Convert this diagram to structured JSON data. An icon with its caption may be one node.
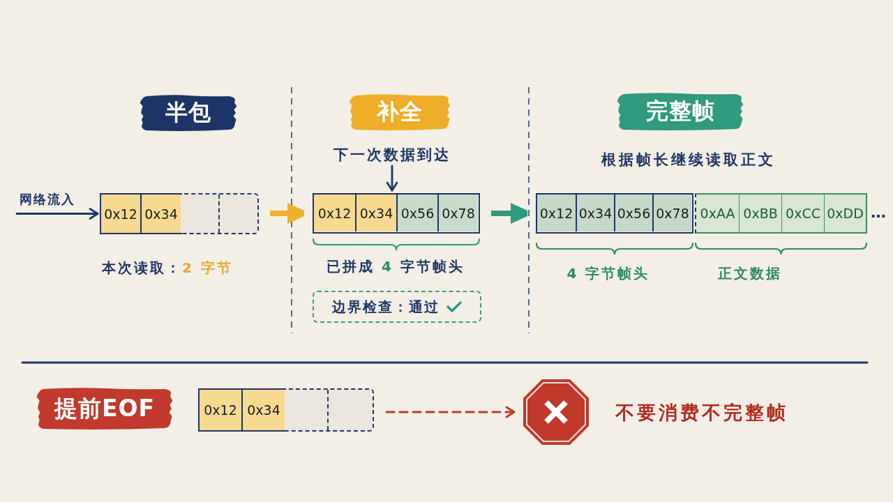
{
  "diagram": {
    "nodes": [
      {
        "text": [
          "半包"
        ]
      },
      {
        "text": [
          "补全"
        ]
      },
      {
        "text": [
          "完整帧"
        ]
      },
      {
        "text": [
          "下一次数据到达"
        ]
      },
      {
        "text": [],
        "shape": "box",
        "beside": [
          "本次读取：**2 字节**"
        ]
      },
      {
        "text": [
          "0x12"
        ],
        "in": 4
      },
      {
        "text": [
          "0x34"
        ],
        "in": 4
      },
      {
        "text": [],
        "shape": "box",
        "in": 4
      },
      {
        "text": [],
        "shape": "box",
        "in": 4
      },
      {
        "text": [],
        "shape": "box",
        "beside": [
          "已拼成 **4** 字节帧头"
        ]
      },
      {
        "text": [
          "0x12"
        ],
        "in": 9
      },
      {
        "text": [
          "0x34"
        ],
        "in": 9
      },
      {
        "text": [
          "0x56"
        ],
        "in": 9
      },
      {
        "text": [
          "0x78"
        ],
        "in": 9
      },
      {
        "text": [
          "边界检查：通过"
        ]
      },
      {
        "text": [],
        "shape": "box",
        "beside": [
          "4 字节帧头"
        ]
      },
      {
        "text": [
          "0x12"
        ],
        "in": 15
      },
      {
        "text": [
          "0x34"
        ],
        "in": 15
      },
      {
        "text": [
          "0x56"
        ],
        "in": 15
      },
      {
        "text": [
          "0x78"
        ],
        "in": 15
      },
      {
        "text": [],
        "shape": "box",
        "beside": [
          "正文数据"
        ]
      },
      {
        "text": [
          "0xAA"
        ],
        "in": 20
      },
      {
        "text": [
          "0xBB"
        ],
        "in": 20
      },
      {
        "text": [
          "0xCC"
        ],
        "in": 20
      },
      {
        "text": [
          "0xDD"
        ],
        "in": 20,
        "beside": [
          "…"
        ]
      },
      {
        "text": [
          "提前EOF"
        ]
      },
      {
        "text": [],
        "shape": "box"
      },
      {
        "text": [
          "0x12"
        ],
        "in": 26
      },
      {
        "text": [
          "0x34"
        ],
        "in": 26
      },
      {
        "text": [],
        "shape": "box",
        "in": 26
      },
      {
        "text": [],
        "shape": "box",
        "in": 26
      },
      {
        "text": [],
        "shape": "octagon",
        "beside": [
          "不要消费不完整帧"
        ]
      }
    ],
    "edges": [
      {
        "from": null,
        "to": 4,
        "arrow": "to",
        "label": "网络流入"
      },
      {
        "from": 4,
        "to": 9,
        "arrow": "to",
        "style": "thick",
        "color": "#f0b02a"
      },
      {
        "from": 3,
        "to": 9,
        "arrow": "to"
      },
      {
        "from": 9,
        "to": 15,
        "arrow": "to",
        "style": "thick",
        "color": "#2f9a7d"
      },
      {
        "from": 26,
        "to": 31,
        "arrow": "to",
        "style": "dashed",
        "color": "#c0392b"
      }
    ],
    "labels": [
      "根据帧长继续读取正文"
    ]
  }
}
